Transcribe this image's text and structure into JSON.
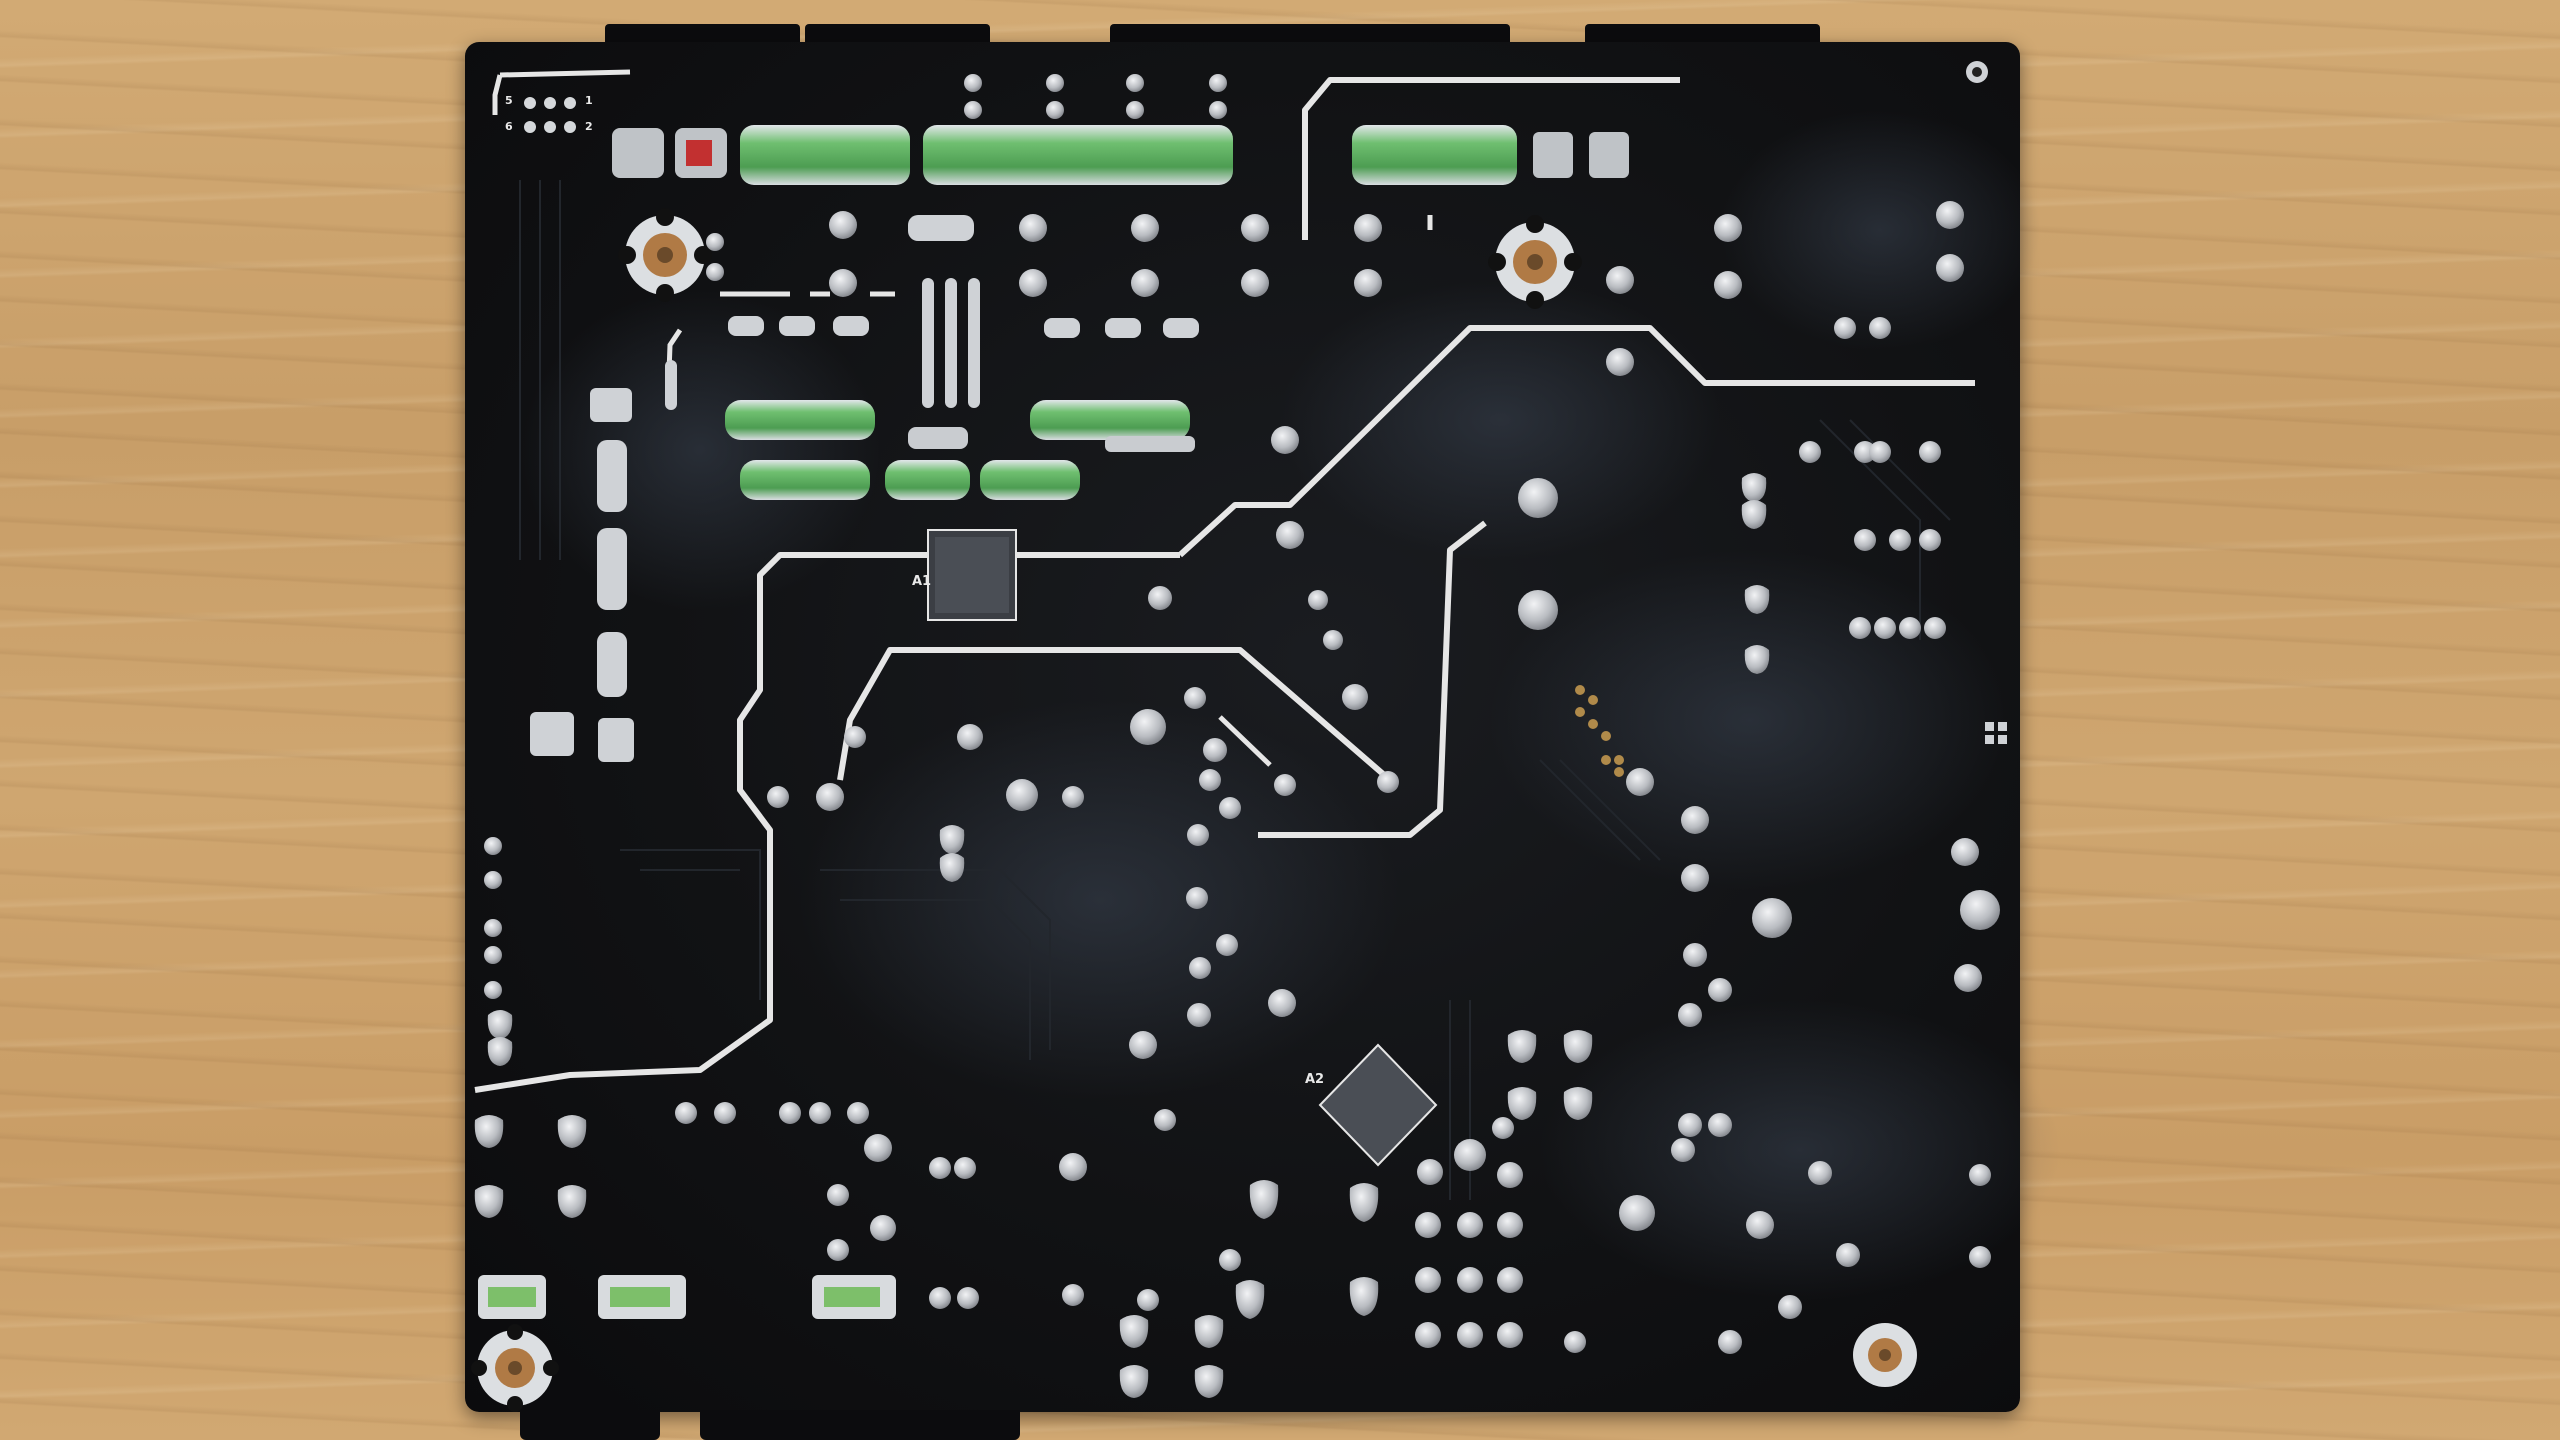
{
  "scene": {
    "background_color": "#cda36c",
    "board_color": "#131416",
    "trace_color": "#e8e8e8",
    "pad_color": "#c9ccd0",
    "pad_green_color": "#58a85c"
  },
  "silkscreen": {
    "label_a1": "A1",
    "label_a2": "A2",
    "pin_labels": [
      "5",
      "6",
      "1",
      "2"
    ]
  }
}
